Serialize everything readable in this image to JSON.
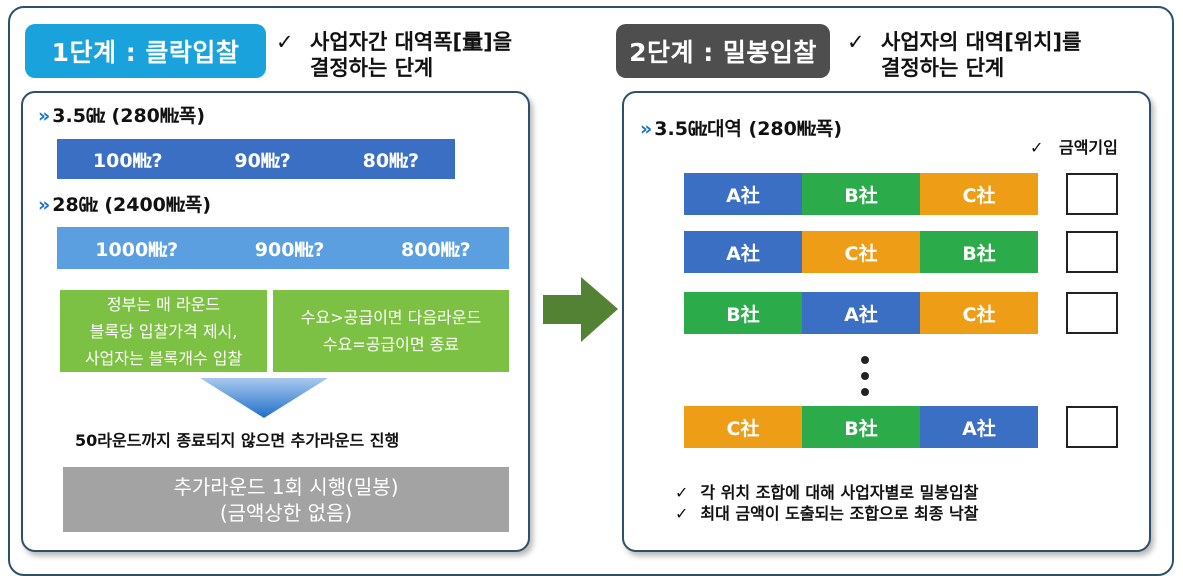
{
  "stage1": {
    "title": "1단계 : 클락입찰",
    "desc_check": "✓",
    "desc_line1": "사업자간 대역폭[量]을",
    "desc_line2": "결정하는 단계"
  },
  "stage2": {
    "title": "2단계 : 밀봉입찰",
    "desc_check": "✓",
    "desc_line1": "사업자의 대역[위치]를",
    "desc_line2": "결정하는 단계"
  },
  "panel1": {
    "arrow_glyph": "»",
    "band35_label": "3.5㎓ (280㎒폭)",
    "band35_options": [
      "100㎒?",
      "90㎒?",
      "80㎒?"
    ],
    "band28_label": "28㎓ (2400㎒폭)",
    "band28_options": [
      "1000㎒?",
      "900㎒?",
      "800㎒?"
    ],
    "green_left": [
      "정부는 매 라운드",
      "블록당 입찰가격 제시,",
      "사업자는 블록개수 입찰"
    ],
    "green_right": [
      "수요>공급이면 다음라운드",
      "수요=공급이면 종료"
    ],
    "round_note": "50라운드까지 종료되지 않으면 추가라운드 진행",
    "extra_round": [
      "추가라운드 1회 시행(밀봉)",
      "(금액상한 없음)"
    ]
  },
  "panel2": {
    "arrow_glyph": "»",
    "band_label": "3.5㎓대역 (280㎒폭)",
    "amount_check": "✓",
    "amount_label": "금액기입",
    "rows": [
      [
        "A社",
        "B社",
        "C社"
      ],
      [
        "A社",
        "C社",
        "B社"
      ],
      [
        "B社",
        "A社",
        "C社"
      ],
      [
        "C社",
        "B社",
        "A社"
      ]
    ],
    "company_colors": {
      "A社": "#3b6fc4",
      "B社": "#2bab4a",
      "C社": "#ee9e16"
    },
    "bullet_check": "✓",
    "bullets": [
      "각 위치 조합에 대해 사업자별로 밀봉입찰",
      "최대 금액이 도출되는 조합으로 최종 낙찰"
    ]
  },
  "colors": {
    "stage1_title_bg": "#1aa2dd",
    "stage2_title_bg": "#4e4e4e",
    "flow_arrow": "#548235"
  }
}
